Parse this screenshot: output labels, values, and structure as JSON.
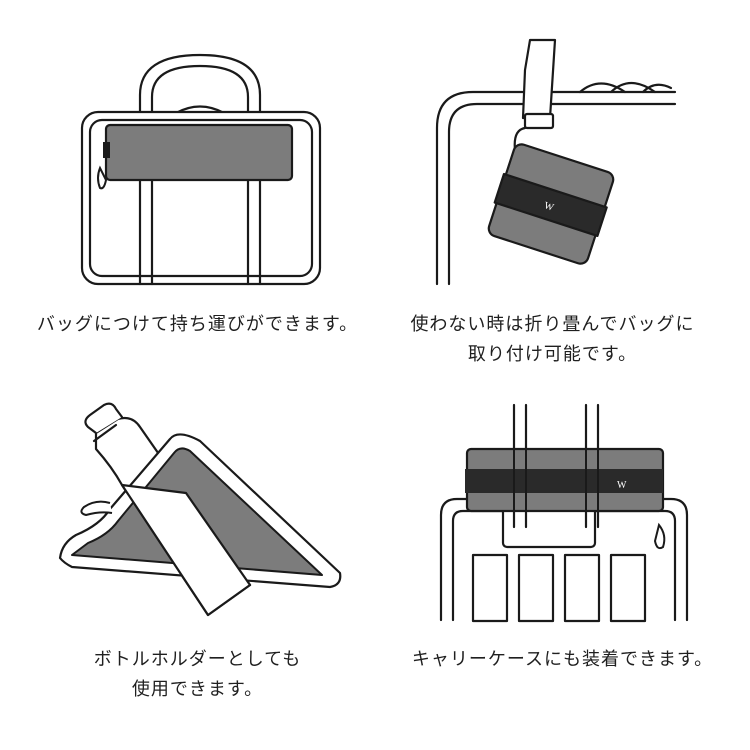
{
  "palette": {
    "outline": "#1a1a1a",
    "pouch_gray": "#7c7c7c",
    "band": "#2a2a2a",
    "background": "#ffffff"
  },
  "panels": [
    {
      "caption_lines": [
        "バッグにつけて持ち運びができます。"
      ],
      "icon": "handbag-with-pouch"
    },
    {
      "caption_lines": [
        "使わない時は折り畳んでバッグに",
        "取り付け可能です。"
      ],
      "icon": "folded-pouch-on-bag-strap",
      "brand_mark": "W"
    },
    {
      "caption_lines": [
        "ボトルホルダーとしても",
        "使用できます。"
      ],
      "icon": "pouch-holding-bottle"
    },
    {
      "caption_lines": [
        "キャリーケースにも装着できます。"
      ],
      "icon": "pouch-on-carry-case-handle",
      "brand_mark": "W"
    }
  ]
}
